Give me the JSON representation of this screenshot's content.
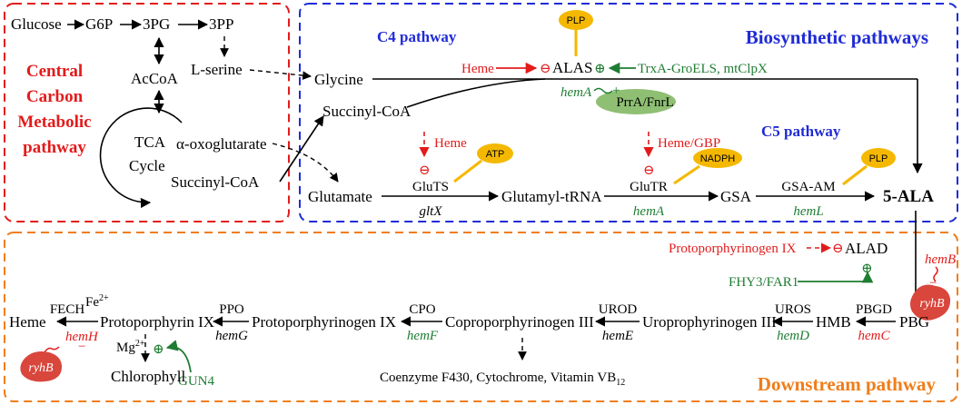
{
  "colors": {
    "central_border": "#e31b1b",
    "biosynthetic_border": "#1f2bd6",
    "downstream_border": "#f07d1a",
    "inhibitor": "#e31b1b",
    "activator": "#1e7d32",
    "cofactor_fill": "#f5b800",
    "ryhb_fill": "#d9463c",
    "prra_fill": "#8fbf73"
  },
  "sections": {
    "central": [
      "Central",
      "Carbon",
      "Metabolic",
      "pathway"
    ],
    "biosynthetic": "Biosynthetic pathways",
    "c4": "C4 pathway",
    "c5": "C5 pathway",
    "downstream": "Downstream pathway"
  },
  "central": {
    "glucose": "Glucose",
    "g6p": "G6P",
    "pg3": "3PG",
    "pp3": "3PP",
    "accoa": "AcCoA",
    "lserine": "L-serine",
    "tca": "TCA",
    "cycle": "Cycle",
    "aketo": "α-oxoglutarate",
    "succ": "Succinyl-CoA"
  },
  "c4": {
    "glycine": "Glycine",
    "succ": "Succinyl-CoA",
    "heme": "Heme",
    "alas": "ALAS",
    "plp": "PLP",
    "trxa": "TrxA-GroELS, mtClpX",
    "hemA": "hemA",
    "prra": "PrrA/FnrL"
  },
  "c5": {
    "glutamate": "Glutamate",
    "gluts": "GluTS",
    "gltx": "gltX",
    "atp": "ATP",
    "heme": "Heme",
    "glutrna": "Glutamyl-tRNA",
    "glutr": "GluTR",
    "hemA": "hemA",
    "heme_gbp": "Heme/GBP",
    "nadph": "NADPH",
    "gsa": "GSA",
    "gsaam": "GSA-AM",
    "hemL": "hemL",
    "plp": "PLP",
    "ala": "5-ALA"
  },
  "downstream": {
    "protoix_inhib": "Protoporphyrinogen IX",
    "alad": "ALAD",
    "fhy3": "FHY3/FAR1",
    "hemB": "hemB",
    "ryhB": "ryhB",
    "pbg": "PBG",
    "pbgd": "PBGD",
    "hemC": "hemC",
    "hmb": "HMB",
    "uros": "UROS",
    "hemD": "hemD",
    "uroIII": "Uroprophyrinogen III",
    "urod": "UROD",
    "hemE": "hemE",
    "coproIII": "Coproporphyrinogen III",
    "cpo": "CPO",
    "hemF": "hemF",
    "protogenIX": "Protoporphyrinogen IX",
    "ppo": "PPO",
    "hemG": "hemG",
    "protoIX": "Protoporphyrin IX",
    "fech": "FECH",
    "fe": "Fe",
    "fe_sup": "2+",
    "heme": "Heme",
    "hemH": "hemH",
    "mg": "Mg",
    "mg_sup": "2+",
    "chlorophyll": "Chlorophyll",
    "gun4": "GUN4",
    "coenzyme": "Coenzyme F430, Cytochrome, Vitamin VB",
    "coenzyme_sub": "12"
  },
  "symbols": {
    "minus": "−",
    "plus": "+",
    "inhibit": "⊖",
    "activate": "⊕"
  }
}
